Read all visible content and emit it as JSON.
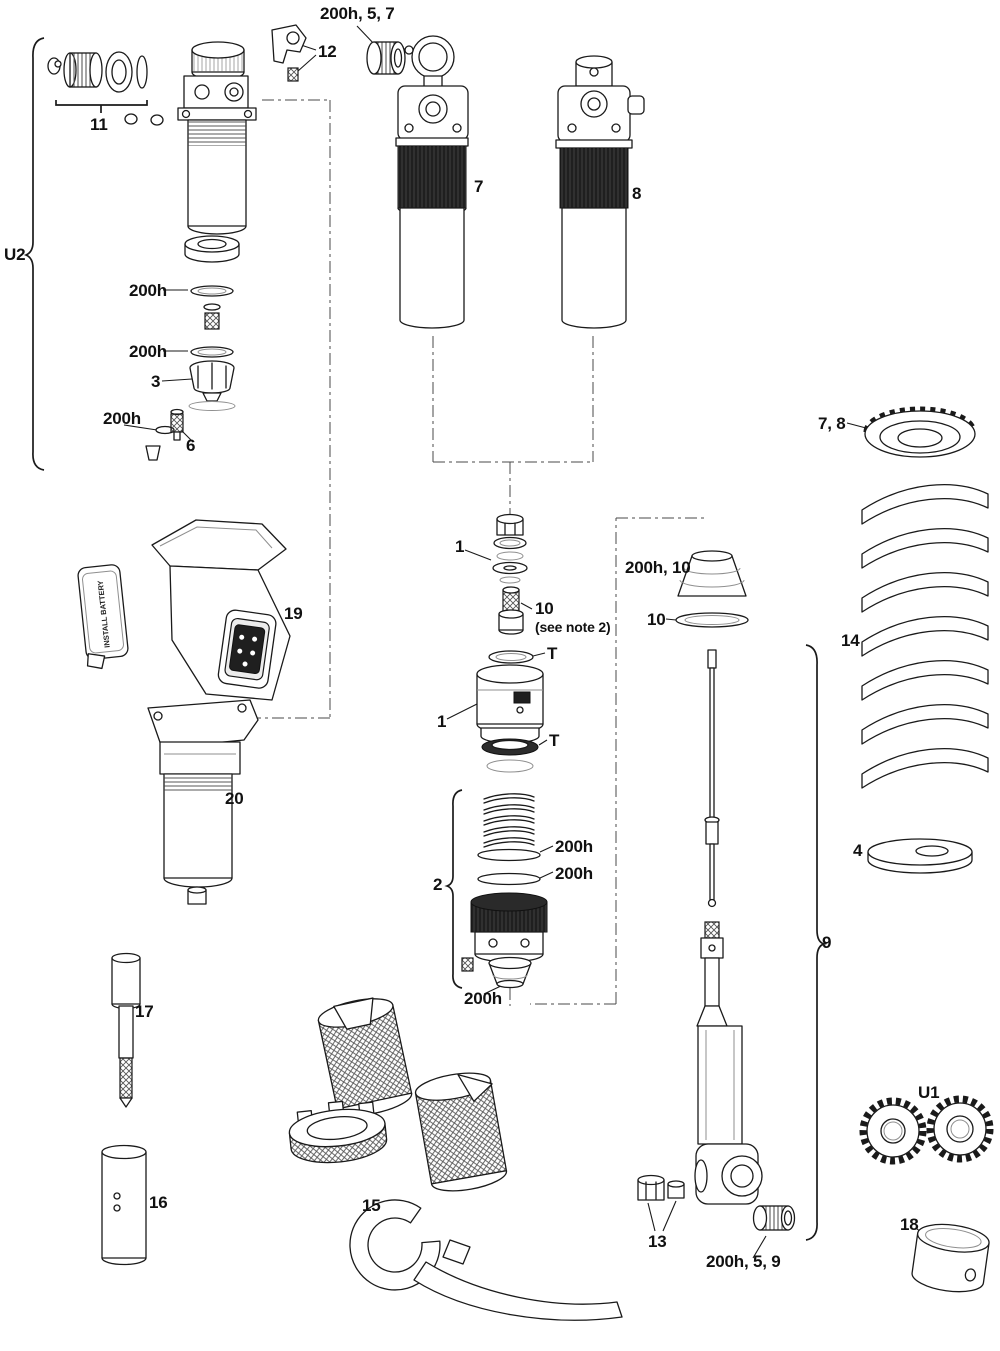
{
  "colors": {
    "line": "#1a1a1a",
    "background": "#ffffff"
  },
  "labels": {
    "l_200h57": "200h, 5, 7",
    "l_12": "12",
    "l_11": "11",
    "l_U2": "U2",
    "l_200h_a": "200h",
    "l_200h_b": "200h",
    "l_3": "3",
    "l_200h_c": "200h",
    "l_6": "6",
    "l_7": "7",
    "l_8": "8",
    "l_78": "7, 8",
    "l_14": "14",
    "l_4": "4",
    "l_1a": "1",
    "l_10a": "10",
    "l_note": "(see note 2)",
    "l_Ta": "T",
    "l_1b": "1",
    "l_Tb": "T",
    "l_200h10": "200h, 10",
    "l_10b": "10",
    "l_200h_d": "200h",
    "l_200h_e": "200h",
    "l_2": "2",
    "l_200h_f": "200h",
    "l_9": "9",
    "l_19": "19",
    "l_20": "20",
    "l_17": "17",
    "l_16": "16",
    "l_15": "15",
    "l_13": "13",
    "l_200h59": "200h, 5, 9",
    "l_U1": "U1",
    "l_18": "18"
  },
  "battery": {
    "sticker_text": "INSTALL BATTERY"
  }
}
